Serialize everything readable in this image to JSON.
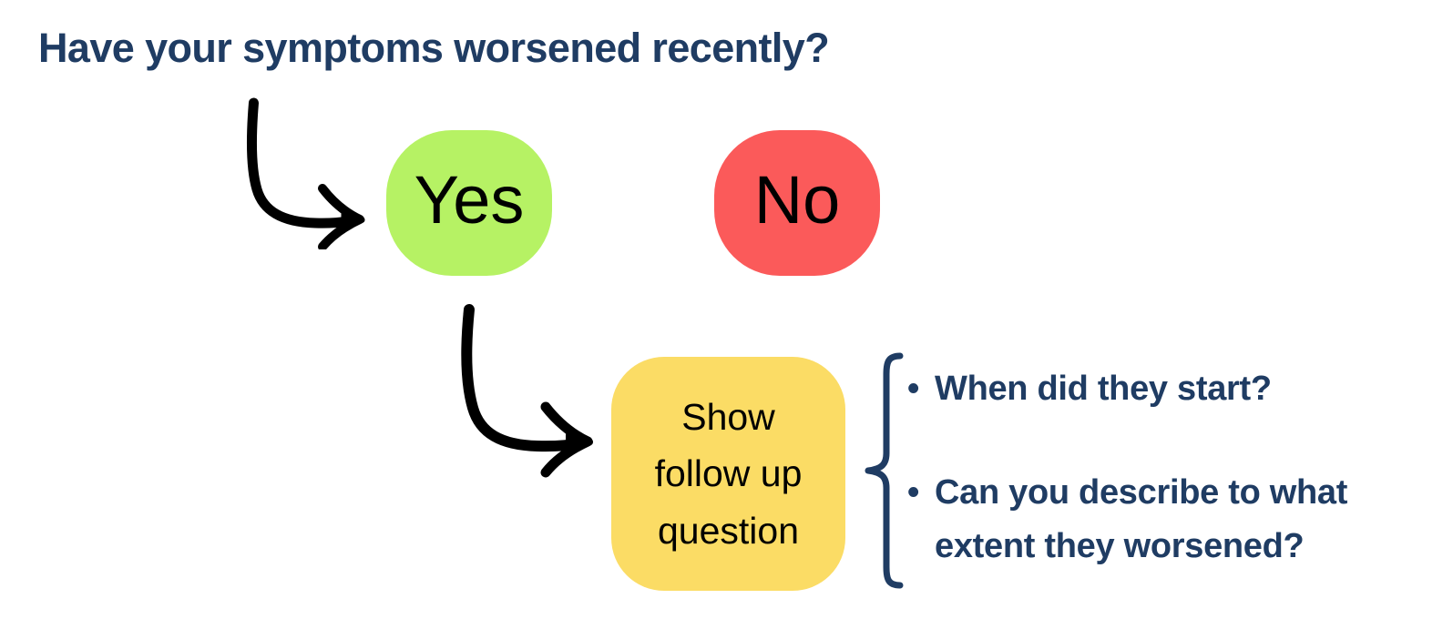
{
  "colors": {
    "navy": "#1F3C63",
    "yes_green": "#B6F264",
    "no_red": "#FB5A5A",
    "followup_yellow": "#FBDC65",
    "arrow_black": "#000000",
    "background": "#FFFFFF"
  },
  "title": "Have your symptoms worsened recently?",
  "options": [
    {
      "label": "Yes",
      "color": "#B6F264"
    },
    {
      "label": "No",
      "color": "#FB5A5A"
    }
  ],
  "followup": {
    "line1": "Show",
    "line2": "follow up",
    "line3": "question",
    "color": "#FBDC65"
  },
  "bullets": [
    {
      "marker": "•",
      "text": "When did they start?"
    },
    {
      "marker": "•",
      "text": "Can you describe to what extent they worsened?"
    }
  ],
  "icons": {
    "arrow_yes": "curved-arrow-icon",
    "arrow_followup": "curved-arrow-icon",
    "brace": "curly-brace-icon"
  }
}
